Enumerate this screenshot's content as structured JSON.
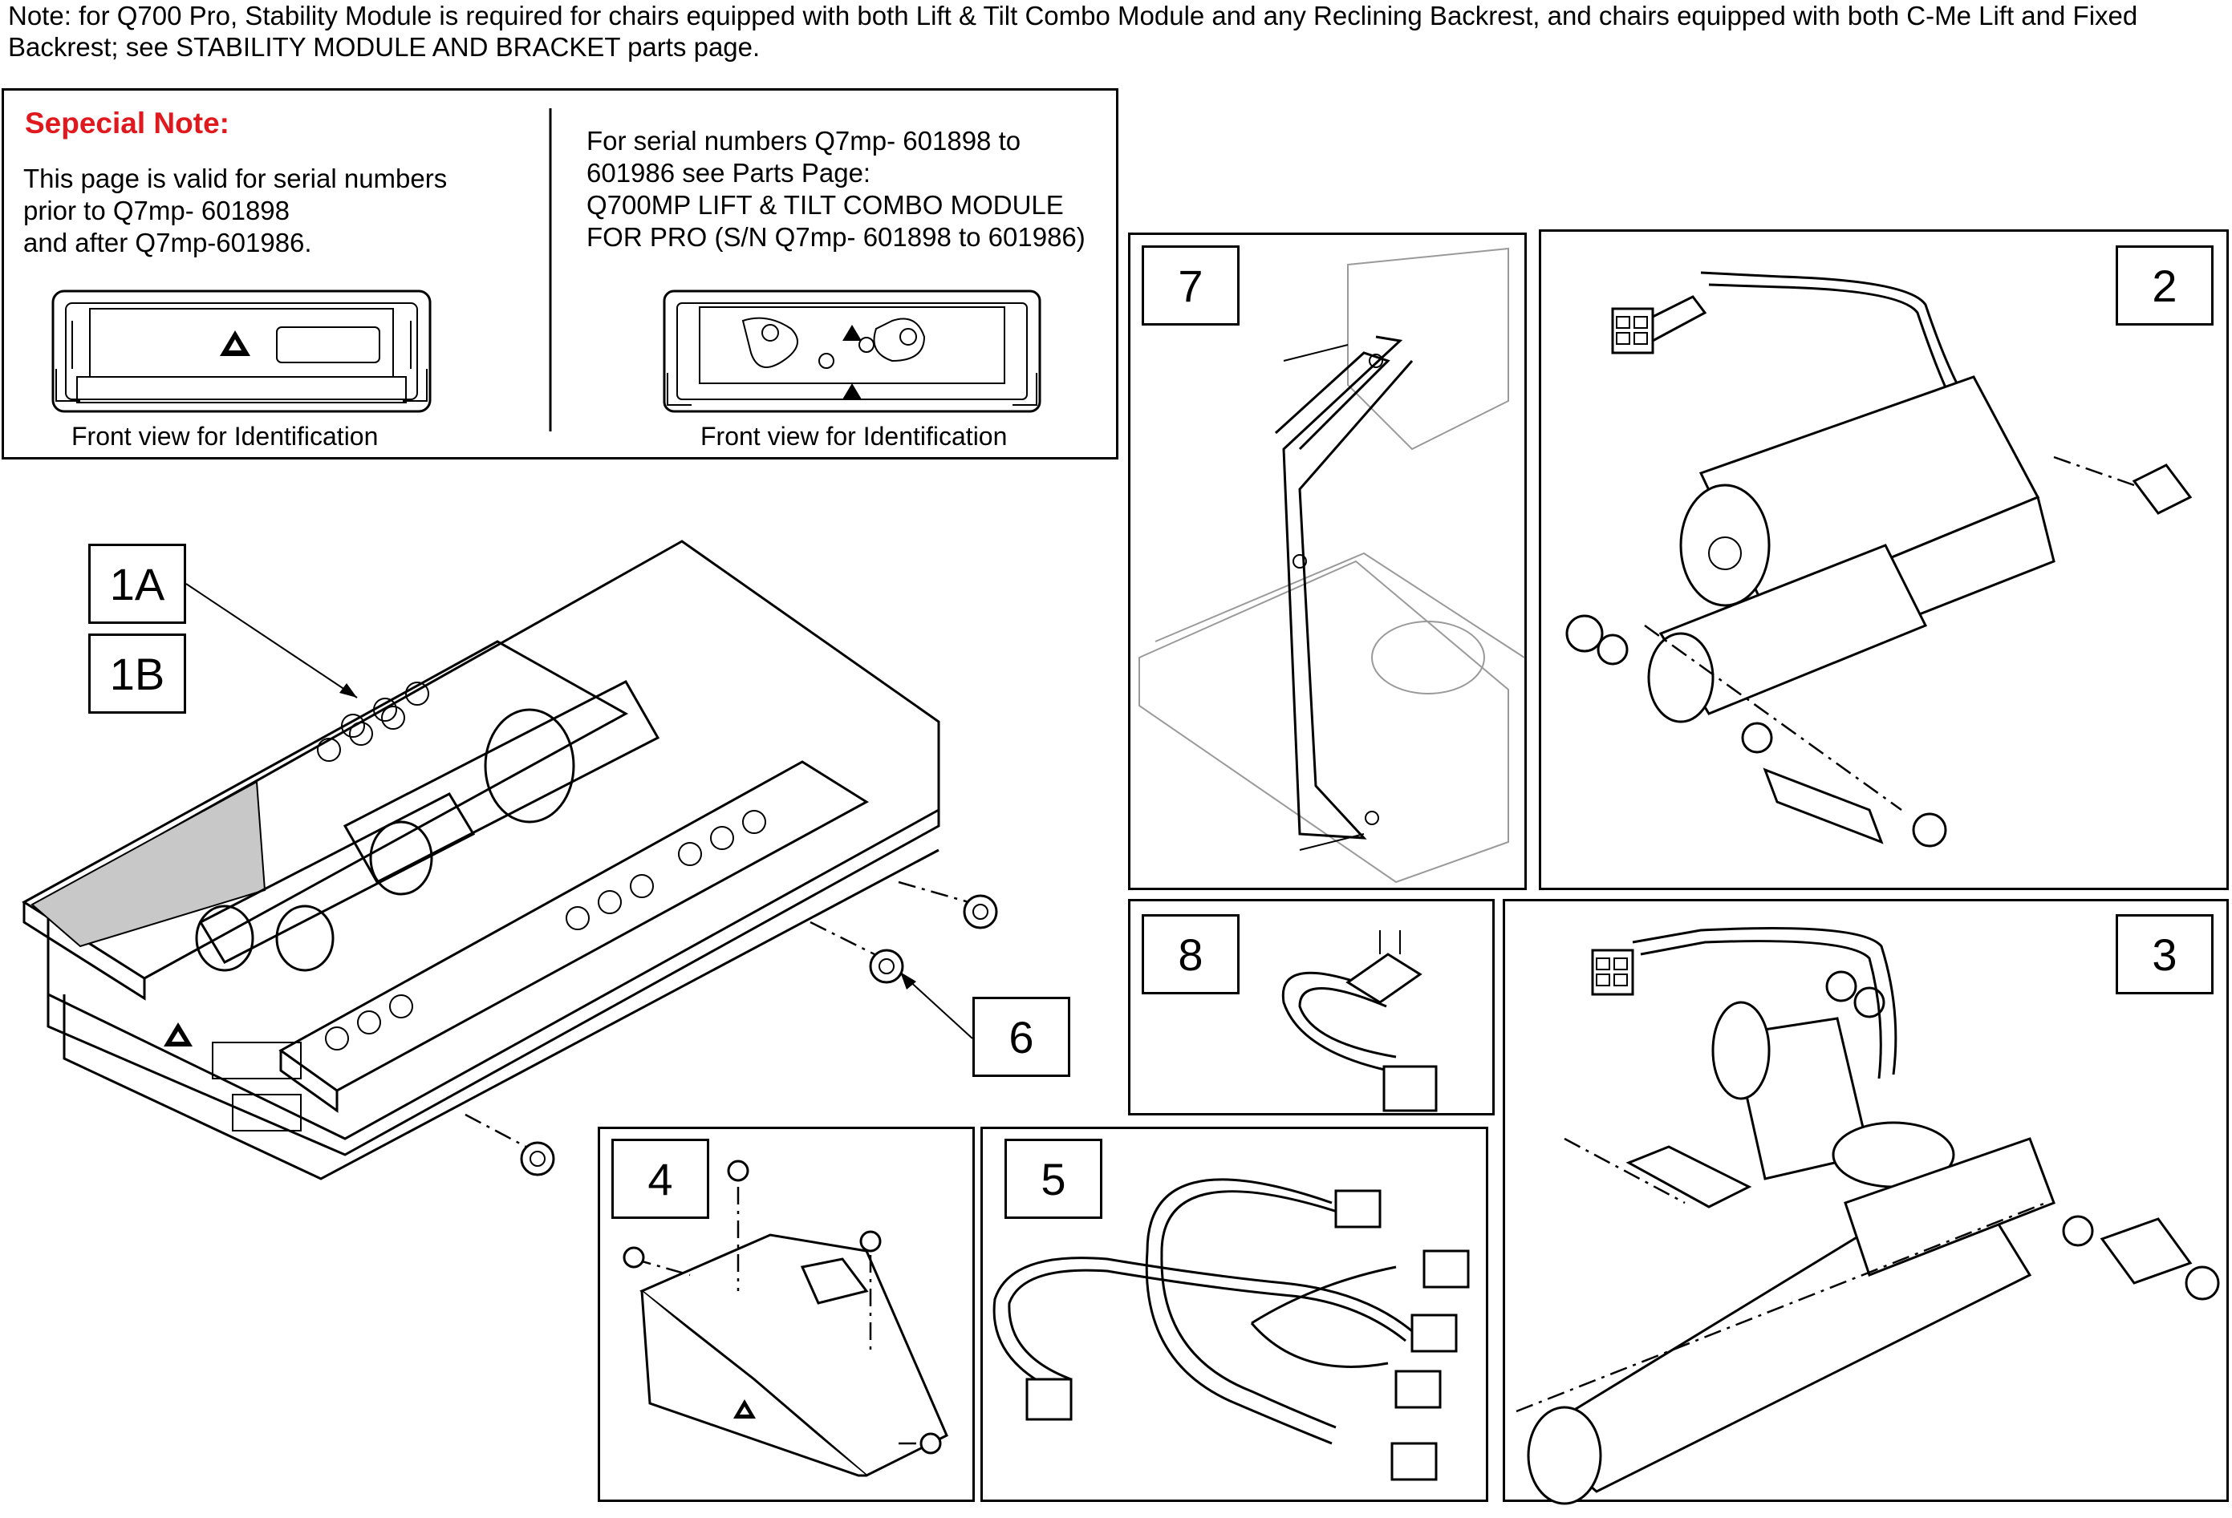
{
  "top_note": "Note: for Q700 Pro, Stability Module is required for chairs equipped with both Lift & Tilt Combo Module and any Reclining Backrest, and chairs equipped with both C-Me Lift and Fixed Backrest; see STABILITY MODULE AND BRACKET parts page.",
  "special_note": {
    "title": "Sepecial Note:",
    "left_text_lines": [
      "This page is valid for serial numbers",
      "prior to Q7mp- 601898",
      "and after Q7mp-601986."
    ],
    "right_text_lines": [
      "For serial numbers Q7mp- 601898 to",
      "601986 see Parts Page:",
      "Q700MP LIFT & TILT COMBO MODULE",
      "FOR PRO (S/N Q7mp- 601898 to 601986)"
    ],
    "left_caption": "Front view for Identification",
    "right_caption": "Front view for Identification"
  },
  "callouts": {
    "c1a": "1A",
    "c1b": "1B",
    "c2": "2",
    "c3": "3",
    "c4": "4",
    "c5": "5",
    "c6": "6",
    "c7": "7",
    "c8": "8"
  },
  "colors": {
    "title_red": "#e0191f",
    "shade_gray": "#c8c8c8",
    "ghost_gray": "#9a9a9a"
  },
  "icons": [
    "warning-triangle-icon"
  ]
}
